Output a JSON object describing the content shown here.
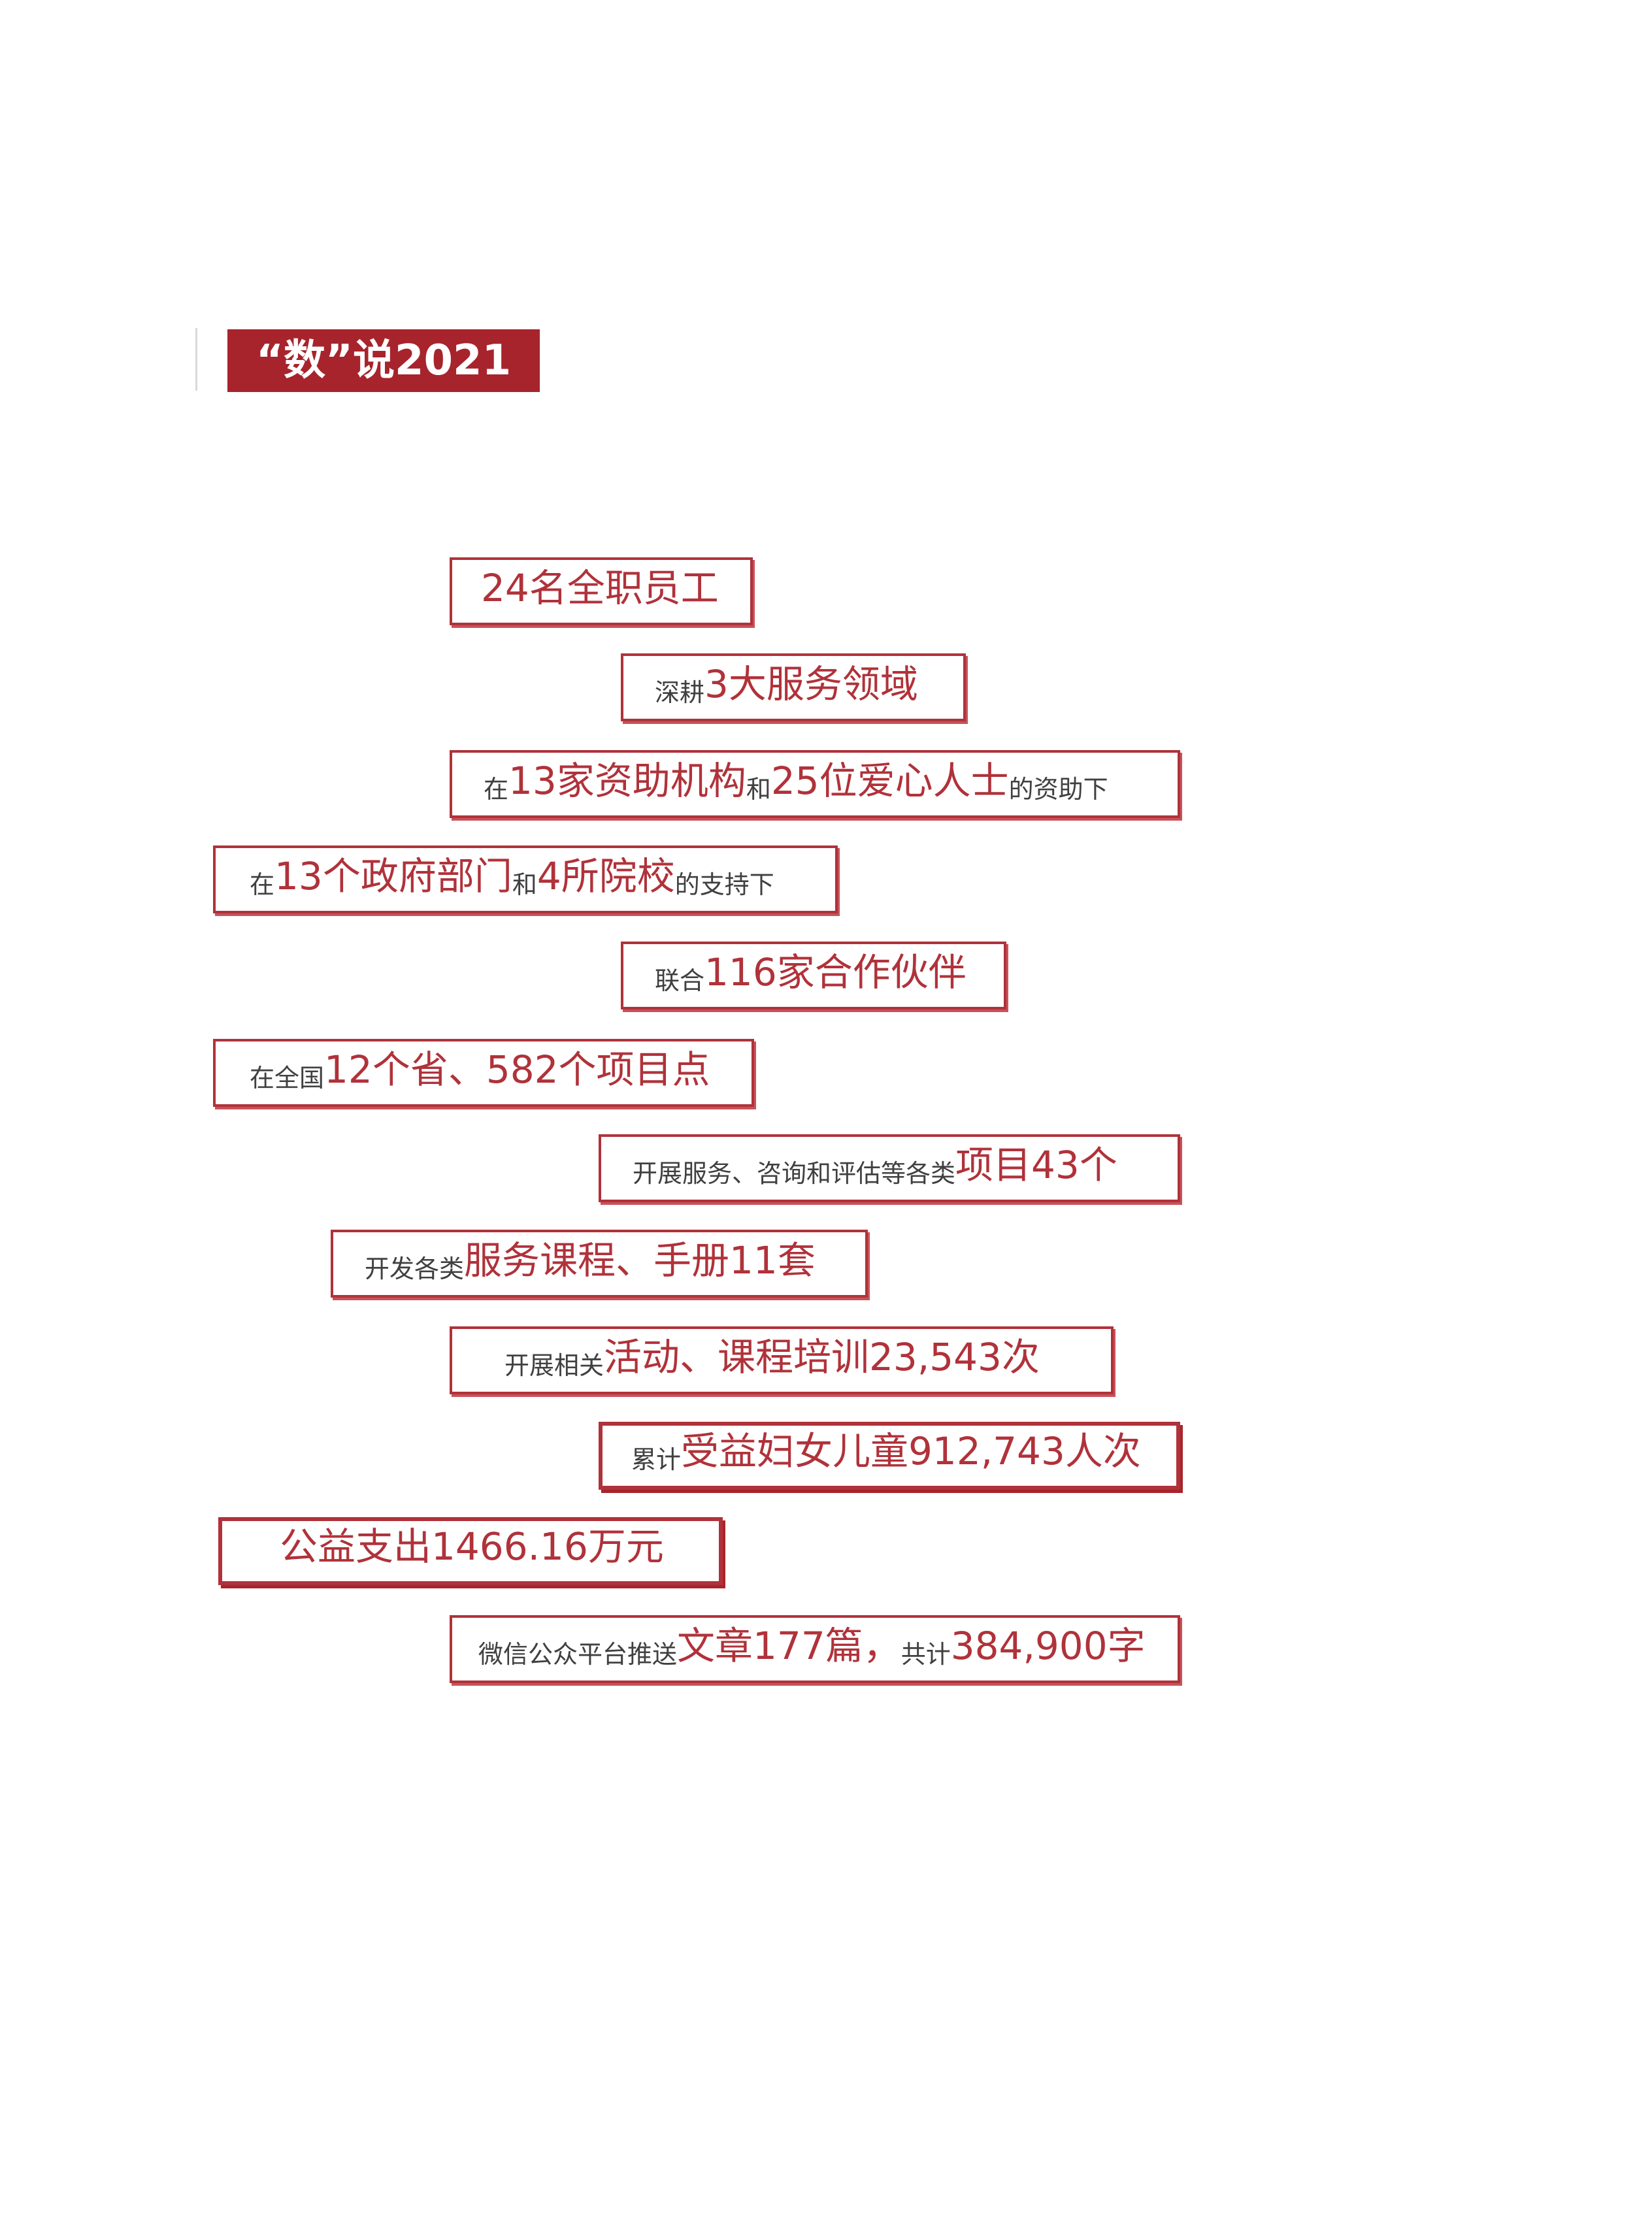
{
  "header": {
    "title": "“数”说2021"
  },
  "stats": [
    {
      "id": "staff",
      "parts": [
        {
          "t": "24名全职员工",
          "size": "lg"
        }
      ]
    },
    {
      "id": "service-fields",
      "parts": [
        {
          "t": "深耕",
          "size": "sm"
        },
        {
          "t": "3大服务领域",
          "size": "lg"
        }
      ]
    },
    {
      "id": "funders",
      "parts": [
        {
          "t": "在",
          "size": "sm"
        },
        {
          "t": "13家资助机构",
          "size": "lg"
        },
        {
          "t": "和",
          "size": "sm"
        },
        {
          "t": "25位爱心人士",
          "size": "lg"
        },
        {
          "t": "的资助下",
          "size": "sm"
        }
      ]
    },
    {
      "id": "gov-support",
      "parts": [
        {
          "t": "在",
          "size": "sm"
        },
        {
          "t": "13个政府部门",
          "size": "lg"
        },
        {
          "t": "和",
          "size": "sm"
        },
        {
          "t": "4所院校",
          "size": "lg"
        },
        {
          "t": "的支持下",
          "size": "sm"
        }
      ]
    },
    {
      "id": "partners",
      "parts": [
        {
          "t": "联合",
          "size": "sm"
        },
        {
          "t": "116家合作伙伴",
          "size": "lg"
        }
      ]
    },
    {
      "id": "provinces",
      "parts": [
        {
          "t": "在全国",
          "size": "sm"
        },
        {
          "t": "12个省、582个项目点",
          "size": "lg"
        }
      ]
    },
    {
      "id": "projects",
      "parts": [
        {
          "t": "开展服务、咨询和评估等各类",
          "size": "sm"
        },
        {
          "t": "项目43个",
          "size": "lg"
        }
      ]
    },
    {
      "id": "courses",
      "parts": [
        {
          "t": "开发各类",
          "size": "sm"
        },
        {
          "t": "服务课程、手册11套",
          "size": "lg"
        }
      ]
    },
    {
      "id": "activities",
      "parts": [
        {
          "t": "开展相关",
          "size": "sm"
        },
        {
          "t": "活动、课程培训23,543次",
          "size": "lg"
        }
      ]
    },
    {
      "id": "beneficiaries",
      "parts": [
        {
          "t": "累计",
          "size": "sm"
        },
        {
          "t": "受益妇女儿童912,743人次",
          "size": "lg"
        }
      ]
    },
    {
      "id": "expenditure",
      "parts": [
        {
          "t": "公益支出1466.16万元",
          "size": "lg"
        }
      ]
    },
    {
      "id": "wechat",
      "parts": [
        {
          "t": "微信公众平台推送",
          "size": "sm"
        },
        {
          "t": "文章177篇，",
          "size": "lg"
        },
        {
          "t": "共计",
          "size": "sm"
        },
        {
          "t": "384,900字",
          "size": "lg"
        }
      ]
    }
  ]
}
